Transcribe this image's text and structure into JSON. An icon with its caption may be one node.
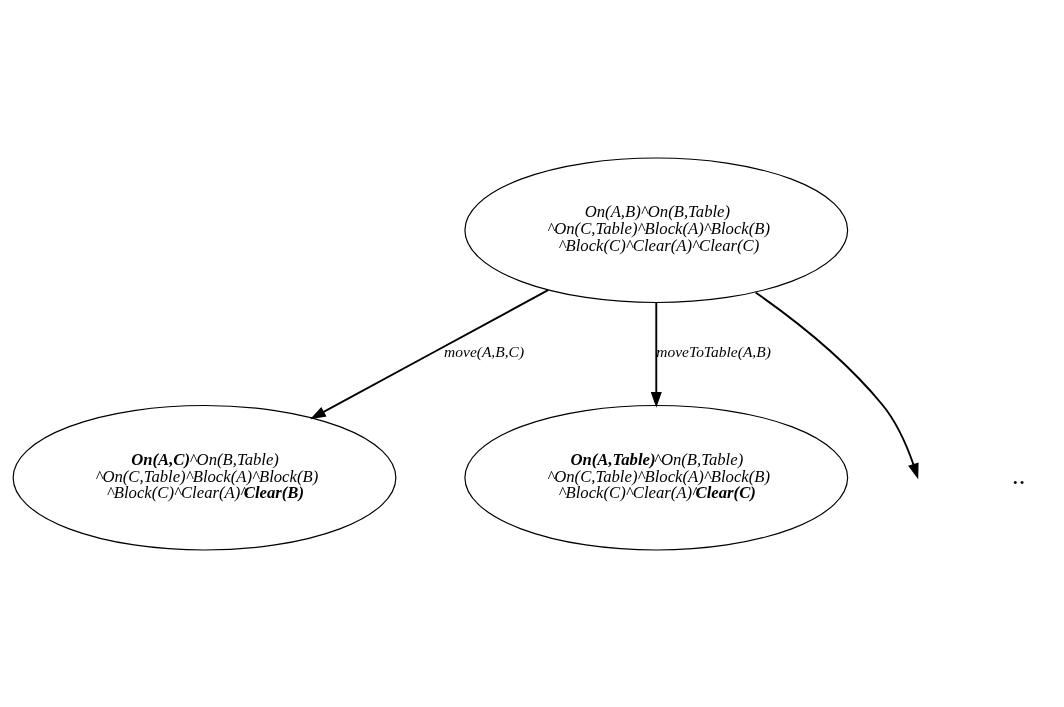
{
  "diagram": {
    "nodes": [
      {
        "text": [
          "On(A,B)^On(B,Table) ^On(C,Table)^Block(A)^Block(B) ^Block(C)^Clear(A)^Clear(C)"
        ]
      },
      {
        "text": [
          "**On(A,C)**^On(B,Table) ^On(C,Table)^Block(A)^Block(B) ^Block(C)^Clear(A)^**Clear(B)**"
        ]
      },
      {
        "text": [
          "**On(A,Table)**^On(B,Table) ^On(C,Table)^Block(A)^Block(B) ^Block(C)^Clear(A)^**Clear(C)**"
        ]
      }
    ],
    "edges": [
      {
        "from": 0,
        "to": 1,
        "label": "move(A,B,C)",
        "arrow": "to"
      },
      {
        "from": 0,
        "to": 2,
        "label": "moveToTable(A,B)",
        "arrow": "to"
      },
      {
        "from": 0,
        "to": null,
        "arrow": "to"
      }
    ],
    "labels": [
      ".."
    ]
  }
}
